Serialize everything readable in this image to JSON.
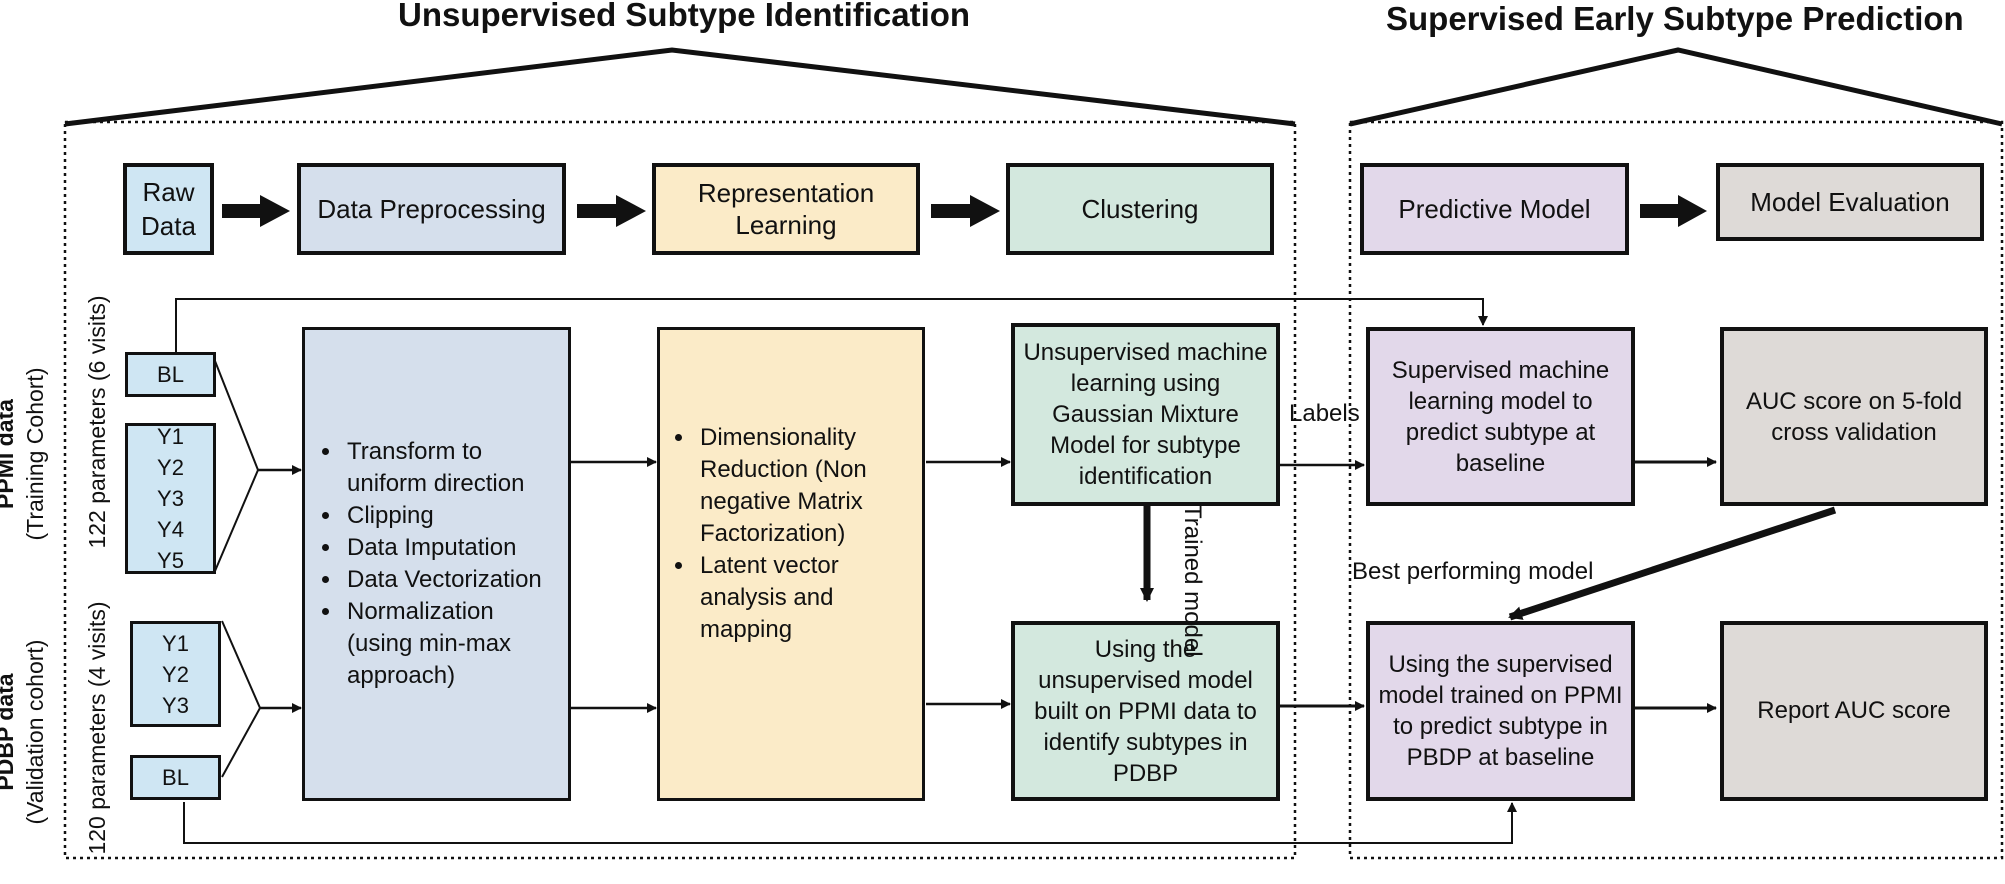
{
  "titles": {
    "unsupervised": "Unsupervised Subtype Identification",
    "supervised": "Supervised Early Subtype Prediction"
  },
  "pipeline": {
    "raw_data": "Raw Data",
    "preprocessing": "Data Preprocessing",
    "representation": "Representation Learning",
    "clustering": "Clustering",
    "predictive": "Predictive Model",
    "evaluation": "Model Evaluation"
  },
  "ppmi": {
    "label_bold": "PPMI data",
    "label_sub": "(Training Cohort)",
    "params": "122 parameters (6 visits)",
    "bl": "BL",
    "years": [
      "Y1",
      "Y2",
      "Y3",
      "Y4",
      "Y5"
    ]
  },
  "pdbp": {
    "label_bold": "PDBP data",
    "label_sub": "(Validation cohort)",
    "params": "120 parameters (4 visits)",
    "years": [
      "Y1",
      "Y2",
      "Y3"
    ],
    "bl": "BL"
  },
  "preprocessing_steps": [
    "Transform to uniform direction",
    "Clipping",
    "Data Imputation",
    "Data Vectorization",
    "Normalization (using min-max approach)"
  ],
  "representation_steps": [
    "Dimensionality Reduction (Non negative Matrix Factorization)",
    "Latent vector analysis and mapping"
  ],
  "boxes": {
    "gmm": "Unsupervised machine learning using Gaussian Mixture Model for subtype identification",
    "pdbp_unsup": "Using the unsupervised model built on PPMI data to identify subtypes in PDBP",
    "sup_ml": "Supervised machine learning model to predict subtype at baseline",
    "auc_cv": "AUC score on 5-fold cross validation",
    "sup_pdbp": "Using the supervised model trained on PPMI to predict subtype in PBDP at baseline",
    "report_auc": "Report AUC score"
  },
  "arrow_labels": {
    "labels": "Labels",
    "trained_model": "Trained model",
    "best_model": "Best performing model"
  }
}
